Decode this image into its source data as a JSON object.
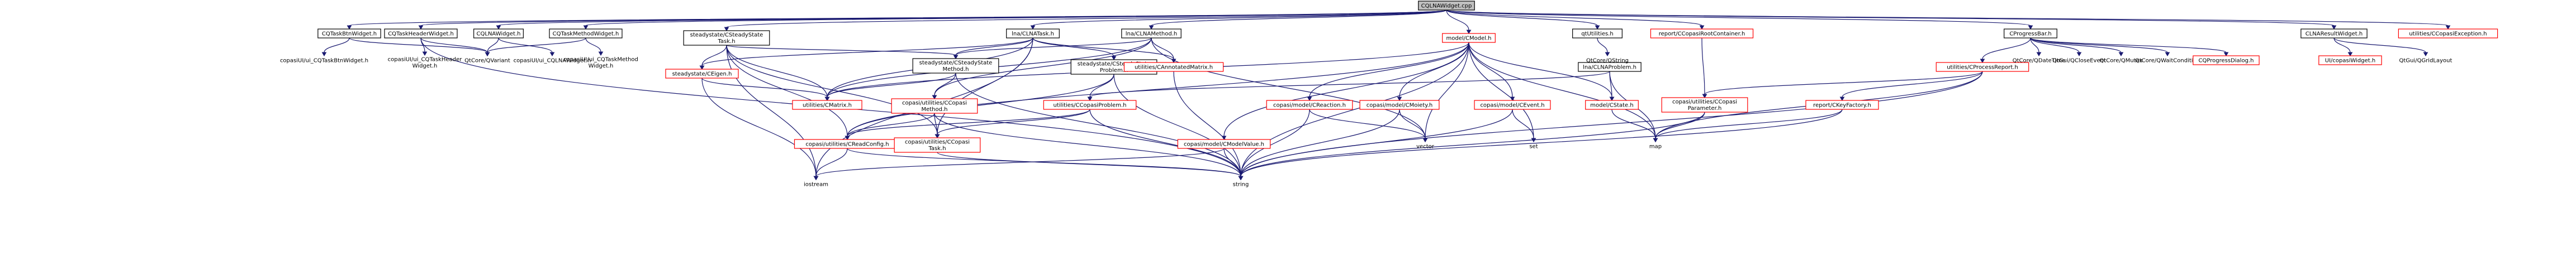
{
  "graph": {
    "root": "CQLNAWidget.cpp",
    "nodes": [
      {
        "id": "root",
        "label": [
          "CQLNAWidget.cpp"
        ],
        "style": "root"
      },
      {
        "id": "btnw",
        "label": [
          "CQTaskBtnWidget.h"
        ],
        "style": "box"
      },
      {
        "id": "hdrw",
        "label": [
          "CQTaskHeaderWidget.h"
        ],
        "style": "box"
      },
      {
        "id": "lnaw",
        "label": [
          "CQLNAWidget.h"
        ],
        "style": "box"
      },
      {
        "id": "mthw",
        "label": [
          "CQTaskMethodWidget.h"
        ],
        "style": "box"
      },
      {
        "id": "ssTask",
        "label": [
          "steadystate/CSteadyState",
          "Task.h"
        ],
        "style": "box"
      },
      {
        "id": "lnaTask",
        "label": [
          "lna/CLNATask.h"
        ],
        "style": "box"
      },
      {
        "id": "lnaMethod",
        "label": [
          "lna/CLNAMethod.h"
        ],
        "style": "box"
      },
      {
        "id": "cmodel",
        "label": [
          "model/CModel.h"
        ],
        "style": "red"
      },
      {
        "id": "qtutil",
        "label": [
          "qtUtilities.h"
        ],
        "style": "box"
      },
      {
        "id": "rootcont",
        "label": [
          "report/CCopasiRootContainer.h"
        ],
        "style": "red"
      },
      {
        "id": "progbar",
        "label": [
          "CProgressBar.h"
        ],
        "style": "box"
      },
      {
        "id": "lnares",
        "label": [
          "CLNAResultWidget.h"
        ],
        "style": "box"
      },
      {
        "id": "copexc",
        "label": [
          "utilities/CCopasiException.h"
        ],
        "style": "red"
      },
      {
        "id": "uiBtn",
        "label": [
          "copasiUI/ui_CQTaskBtnWidget.h"
        ],
        "style": "none"
      },
      {
        "id": "uiHdr",
        "label": [
          "copasiUI/ui_CQTaskHeader",
          "Widget.h"
        ],
        "style": "none"
      },
      {
        "id": "qvariant",
        "label": [
          "QtCore/QVariant"
        ],
        "style": "none"
      },
      {
        "id": "uiLna",
        "label": [
          "copasiUI/ui_CQLNAWidget.h"
        ],
        "style": "none"
      },
      {
        "id": "uiMth",
        "label": [
          "copasiUI/ui_CQTaskMethod",
          "Widget.h"
        ],
        "style": "none"
      },
      {
        "id": "cegen",
        "label": [
          "steadystate/CEigen.h"
        ],
        "style": "red"
      },
      {
        "id": "cmatrix",
        "label": [
          "utilities/CMatrix.h"
        ],
        "style": "red"
      },
      {
        "id": "ssMethod",
        "label": [
          "steadystate/CSteadyState",
          "Method.h"
        ],
        "style": "box"
      },
      {
        "id": "ssProblem",
        "label": [
          "steadystate/CSteadyState",
          "Problem.h"
        ],
        "style": "box"
      },
      {
        "id": "annmat",
        "label": [
          "utilities/CAnnotatedMatrix.h"
        ],
        "style": "red"
      },
      {
        "id": "copMethod",
        "label": [
          "copasi/utilities/CCopasi",
          "Method.h"
        ],
        "style": "red"
      },
      {
        "id": "copProblem",
        "label": [
          "utilities/CCopasiProblem.h"
        ],
        "style": "red"
      },
      {
        "id": "lnaProblem",
        "label": [
          "lna/CLNAProblem.h"
        ],
        "style": "box"
      },
      {
        "id": "creaction",
        "label": [
          "copasi/model/CReaction.h"
        ],
        "style": "red"
      },
      {
        "id": "cmoiety",
        "label": [
          "copasi/model/CMoiety.h"
        ],
        "style": "red"
      },
      {
        "id": "cevent",
        "label": [
          "copasi/model/CEvent.h"
        ],
        "style": "red"
      },
      {
        "id": "cstate",
        "label": [
          "model/CState.h"
        ],
        "style": "red"
      },
      {
        "id": "qstring",
        "label": [
          "QtCore/QString"
        ],
        "style": "none"
      },
      {
        "id": "procrep",
        "label": [
          "utilities/CProcessReport.h"
        ],
        "style": "red"
      },
      {
        "id": "qdatetime",
        "label": [
          "QtCore/QDateTime"
        ],
        "style": "none"
      },
      {
        "id": "qdtevent",
        "label": [
          "QtGui/QCloseEvent"
        ],
        "style": "none"
      },
      {
        "id": "qmutex",
        "label": [
          "QtCore/QMutex"
        ],
        "style": "none"
      },
      {
        "id": "qwait",
        "label": [
          "QtCore/QWaitCondition"
        ],
        "style": "none"
      },
      {
        "id": "progdlg",
        "label": [
          "CQProgressDialog.h"
        ],
        "style": "red"
      },
      {
        "id": "copwidget",
        "label": [
          "UI/copasiWidget.h"
        ],
        "style": "red"
      },
      {
        "id": "qgrid",
        "label": [
          "QtGui/QGridLayout"
        ],
        "style": "none"
      },
      {
        "id": "readconfig",
        "label": [
          "copasi/utilities/CReadConfig.h"
        ],
        "style": "red"
      },
      {
        "id": "copTask",
        "label": [
          "copasi/utilities/CCopasi",
          "Task.h"
        ],
        "style": "red"
      },
      {
        "id": "modelval",
        "label": [
          "copasi/model/CModelValue.h"
        ],
        "style": "red"
      },
      {
        "id": "copParam",
        "label": [
          "copasi/utilities/CCopasi",
          "Parameter.h"
        ],
        "style": "red"
      },
      {
        "id": "keyfact",
        "label": [
          "report/CKeyFactory.h"
        ],
        "style": "red"
      },
      {
        "id": "vector",
        "label": [
          "vector"
        ],
        "style": "none"
      },
      {
        "id": "set",
        "label": [
          "set"
        ],
        "style": "none"
      },
      {
        "id": "map",
        "label": [
          "map"
        ],
        "style": "none"
      },
      {
        "id": "iostream",
        "label": [
          "iostream"
        ],
        "style": "none"
      },
      {
        "id": "string",
        "label": [
          "string"
        ],
        "style": "none"
      }
    ],
    "edges": [
      [
        "root",
        "btnw"
      ],
      [
        "root",
        "hdrw"
      ],
      [
        "root",
        "lnaw"
      ],
      [
        "root",
        "mthw"
      ],
      [
        "root",
        "ssTask"
      ],
      [
        "root",
        "lnaTask"
      ],
      [
        "root",
        "lnaMethod"
      ],
      [
        "root",
        "cmodel"
      ],
      [
        "root",
        "qtutil"
      ],
      [
        "root",
        "rootcont"
      ],
      [
        "root",
        "progbar"
      ],
      [
        "root",
        "lnares"
      ],
      [
        "root",
        "copexc"
      ],
      [
        "btnw",
        "uiBtn"
      ],
      [
        "btnw",
        "qvariant"
      ],
      [
        "hdrw",
        "uiHdr"
      ],
      [
        "hdrw",
        "qvariant"
      ],
      [
        "hdrw",
        "string"
      ],
      [
        "lnaw",
        "uiLna"
      ],
      [
        "lnaw",
        "qvariant"
      ],
      [
        "mthw",
        "uiMth"
      ],
      [
        "mthw",
        "qvariant"
      ],
      [
        "ssTask",
        "cegen"
      ],
      [
        "ssTask",
        "cmatrix"
      ],
      [
        "ssTask",
        "ssMethod"
      ],
      [
        "ssTask",
        "copTask"
      ],
      [
        "ssTask",
        "readconfig"
      ],
      [
        "ssTask",
        "iostream"
      ],
      [
        "lnaTask",
        "cmatrix"
      ],
      [
        "lnaTask",
        "ssMethod"
      ],
      [
        "lnaTask",
        "ssProblem"
      ],
      [
        "lnaTask",
        "annmat"
      ],
      [
        "lnaTask",
        "copTask"
      ],
      [
        "lnaTask",
        "cegen"
      ],
      [
        "lnaTask",
        "iostream"
      ],
      [
        "lnaMethod",
        "cmatrix"
      ],
      [
        "lnaMethod",
        "annmat"
      ],
      [
        "lnaMethod",
        "copMethod"
      ],
      [
        "lnaMethod",
        "ssMethod"
      ],
      [
        "lnaMethod",
        "vector"
      ],
      [
        "cegen",
        "cmatrix"
      ],
      [
        "cegen",
        "iostream"
      ],
      [
        "ssMethod",
        "copMethod"
      ],
      [
        "ssMethod",
        "cmatrix"
      ],
      [
        "ssMethod",
        "string"
      ],
      [
        "ssProblem",
        "copProblem"
      ],
      [
        "ssProblem",
        "readconfig"
      ],
      [
        "ssProblem",
        "string"
      ],
      [
        "annmat",
        "string"
      ],
      [
        "copMethod",
        "copTask"
      ],
      [
        "copMethod",
        "readconfig"
      ],
      [
        "copMethod",
        "string"
      ],
      [
        "copProblem",
        "copTask"
      ],
      [
        "copProblem",
        "readconfig"
      ],
      [
        "copProblem",
        "string"
      ],
      [
        "cmodel",
        "cmatrix"
      ],
      [
        "cmodel",
        "creaction"
      ],
      [
        "cmodel",
        "cmoiety"
      ],
      [
        "cmodel",
        "cevent"
      ],
      [
        "cmodel",
        "cstate"
      ],
      [
        "cmodel",
        "modelval"
      ],
      [
        "cmodel",
        "vector"
      ],
      [
        "cmodel",
        "set"
      ],
      [
        "cmodel",
        "map"
      ],
      [
        "cmodel",
        "string"
      ],
      [
        "cmodel",
        "readconfig"
      ],
      [
        "lnaProblem",
        "cstate"
      ],
      [
        "lnaProblem",
        "copProblem"
      ],
      [
        "lnaProblem",
        "map"
      ],
      [
        "creaction",
        "vector"
      ],
      [
        "creaction",
        "string"
      ],
      [
        "cmoiety",
        "vector"
      ],
      [
        "cmoiety",
        "string"
      ],
      [
        "cevent",
        "set"
      ],
      [
        "cevent",
        "string"
      ],
      [
        "cstate",
        "map"
      ],
      [
        "qtutil",
        "qstring"
      ],
      [
        "rootcont",
        "copParam"
      ],
      [
        "progbar",
        "procrep"
      ],
      [
        "progbar",
        "qdatetime"
      ],
      [
        "progbar",
        "qdtevent"
      ],
      [
        "progbar",
        "qmutex"
      ],
      [
        "progbar",
        "qwait"
      ],
      [
        "progbar",
        "progdlg"
      ],
      [
        "procrep",
        "copParam"
      ],
      [
        "procrep",
        "keyfact"
      ],
      [
        "procrep",
        "map"
      ],
      [
        "procrep",
        "string"
      ],
      [
        "lnares",
        "copwidget"
      ],
      [
        "lnares",
        "qgrid"
      ],
      [
        "copParam",
        "map"
      ],
      [
        "copParam",
        "string"
      ],
      [
        "keyfact",
        "map"
      ],
      [
        "keyfact",
        "string"
      ],
      [
        "readconfig",
        "iostream"
      ],
      [
        "readconfig",
        "string"
      ],
      [
        "copTask",
        "string"
      ],
      [
        "modelval",
        "iostream"
      ],
      [
        "modelval",
        "string"
      ]
    ]
  }
}
